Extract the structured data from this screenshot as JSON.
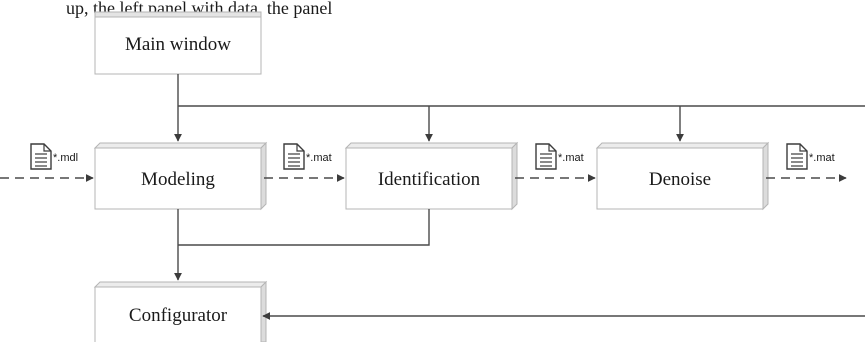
{
  "header_fragment": "      up, the left panel with data, the panel",
  "modules": {
    "main_window": "Main window",
    "modeling": "Modeling",
    "identification": "Identification",
    "denoise": "Denoise",
    "configurator": "Configurator"
  },
  "files": {
    "mdl_in": "*.mdl",
    "mat_model": "*.mat",
    "mat_ident": "*.mat",
    "mat_denoise": "*.mat"
  },
  "icons": [
    "document-icon"
  ],
  "colors": {
    "line": "#4a4a4a",
    "box_border": "#b5b5b5",
    "box_fill": "#ffffff",
    "box_face": "#ececec"
  }
}
